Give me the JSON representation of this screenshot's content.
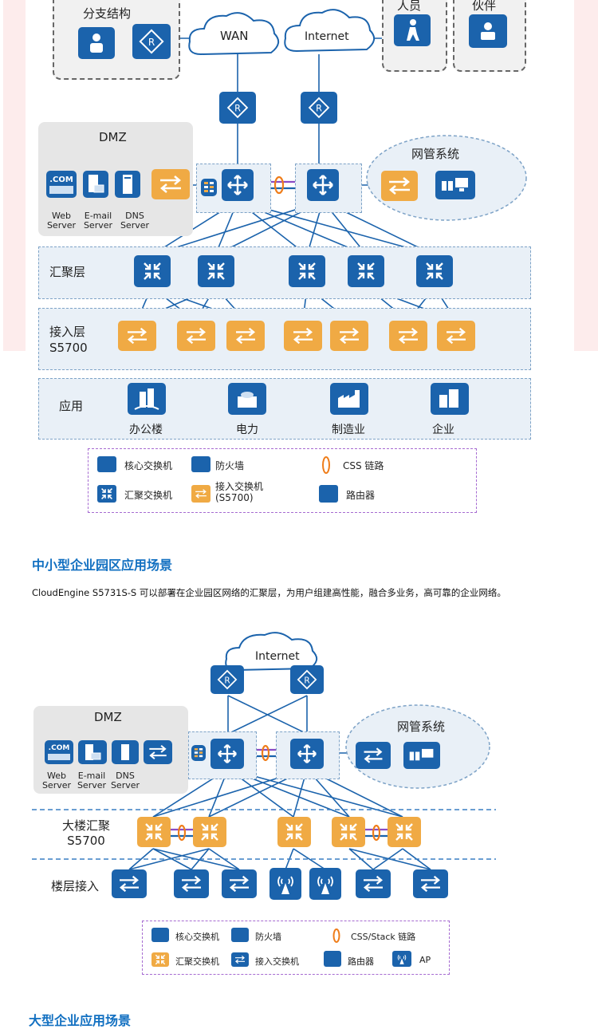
{
  "diagram1": {
    "branch_label": "分支结构",
    "wan": "WAN",
    "internet": "Internet",
    "staff": "人员",
    "partner": "伙伴",
    "dmz": "DMZ",
    "nms": "网管系统",
    "servers": [
      "Web\nServer",
      "E-mail\nServer",
      "DNS\nServer"
    ],
    "com": ".COM",
    "agg_layer": "汇聚层",
    "access_layer": "接入层\nS5700",
    "app_layer": "应用",
    "apps": [
      "办公楼",
      "电力",
      "制造业",
      "企业"
    ],
    "legend": {
      "core": "核心交换机",
      "firewall": "防火墙",
      "css": "CSS 链路",
      "agg": "汇聚交换机",
      "access": "接入交换机\n(S5700)",
      "router": "路由器"
    }
  },
  "section2": {
    "title": "中小型企业园区应用场景",
    "desc": "CloudEngine S5731S-S 可以部署在企业园区网络的汇聚层，为用户组建高性能，融合多业务，高可靠的企业网络。"
  },
  "diagram2": {
    "internet": "Internet",
    "dmz": "DMZ",
    "com": ".COM",
    "servers": [
      "Web\nServer",
      "E-mail\nServer",
      "DNS\nServer"
    ],
    "nms": "网管系统",
    "agg_layer": "大楼汇聚\nS5700",
    "access_layer": "楼层接入",
    "legend": {
      "core": "核心交换机",
      "firewall": "防火墙",
      "css": "CSS/Stack 链路",
      "agg": "汇聚交换机",
      "access": "接入交换机",
      "router": "路由器",
      "ap": "AP"
    }
  },
  "section3": {
    "title_partial": "大型企业应用场景"
  }
}
